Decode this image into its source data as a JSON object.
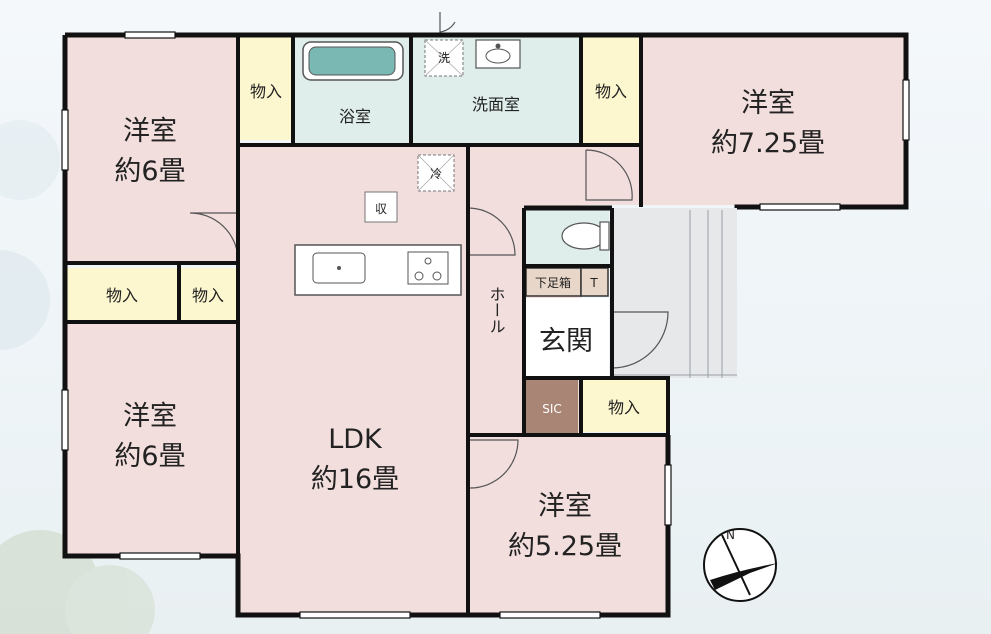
{
  "rooms": {
    "nw_western": {
      "name": "洋室",
      "size": "約6畳"
    },
    "ne_western": {
      "name": "洋室",
      "size": "約7.25畳"
    },
    "w_western": {
      "name": "洋室",
      "size": "約6畳"
    },
    "se_western": {
      "name": "洋室",
      "size": "約5.25畳"
    },
    "ldk": {
      "name": "LDK",
      "size": "約16畳"
    },
    "bath": {
      "name": "浴室"
    },
    "washroom": {
      "name": "洗面室"
    },
    "hall": {
      "name": "ホール"
    },
    "entrance": {
      "name": "玄関"
    },
    "shoe_box": {
      "name": "下足箱"
    },
    "shoe_t": {
      "name": "T"
    },
    "sic": {
      "name": "SIC"
    },
    "storage_1": {
      "name": "物入"
    },
    "storage_2": {
      "name": "物入"
    },
    "storage_3": {
      "name": "物入"
    },
    "storage_4": {
      "name": "物入"
    },
    "storage_5": {
      "name": "物入"
    },
    "kitchen_storage": {
      "name": "収"
    },
    "fridge": {
      "name": "冷"
    },
    "washer": {
      "name": "洗"
    }
  },
  "colors": {
    "room": "#f2dedd",
    "storage": "#fdf7cf",
    "wet": "#e0eeeb",
    "sic": "#a98575",
    "stairs": "#e6e8ea",
    "wall": "#111111"
  },
  "compass": {
    "north_label": "N"
  }
}
